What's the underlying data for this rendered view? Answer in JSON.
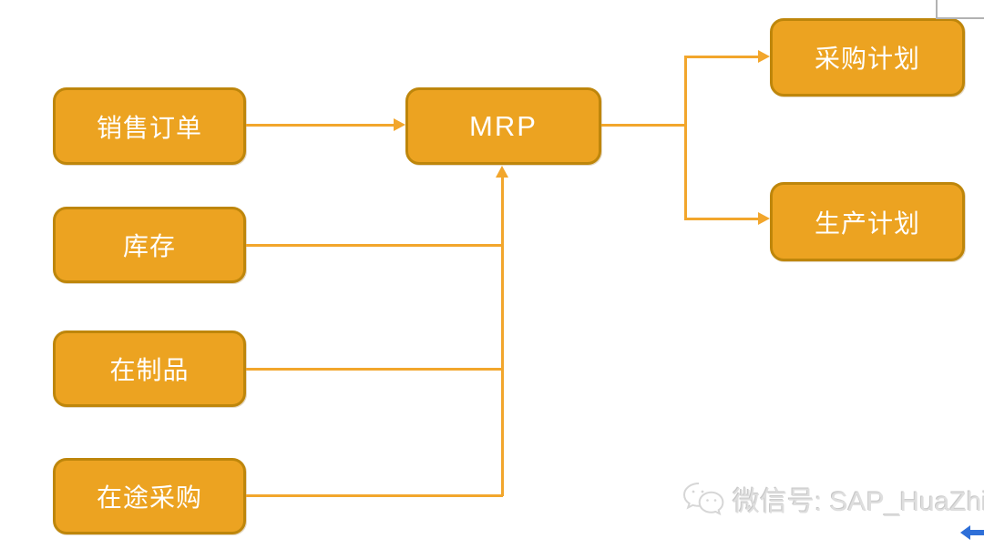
{
  "diagram": {
    "nodes": {
      "sales_order": {
        "label": "销售订单"
      },
      "inventory": {
        "label": "库存"
      },
      "wip": {
        "label": "在制品"
      },
      "in_transit_purchase": {
        "label": "在途采购"
      },
      "mrp": {
        "label": "MRP"
      },
      "purchase_plan": {
        "label": "采购计划"
      },
      "production_plan": {
        "label": "生产计划"
      }
    },
    "edges": [
      {
        "from": "销售订单",
        "to": "MRP",
        "arrow": true
      },
      {
        "from": "库存",
        "to": "MRP",
        "arrow": true
      },
      {
        "from": "在制品",
        "to": "MRP",
        "arrow": true
      },
      {
        "from": "在途采购",
        "to": "MRP",
        "arrow": true
      },
      {
        "from": "MRP",
        "to": "采购计划",
        "arrow": true
      },
      {
        "from": "MRP",
        "to": "生产计划",
        "arrow": true
      }
    ],
    "colors": {
      "node_fill": "#ECA321",
      "node_border": "#BE860B",
      "connector": "#F2A62C",
      "node_text": "#FFFFFF"
    }
  },
  "watermark": {
    "icon": "wechat-icon",
    "text": "微信号: SAP_HuaZhi"
  },
  "misc": {
    "back_arrow_color": "#2E6FD8",
    "frame_corner_color": "#B2B2B2"
  }
}
